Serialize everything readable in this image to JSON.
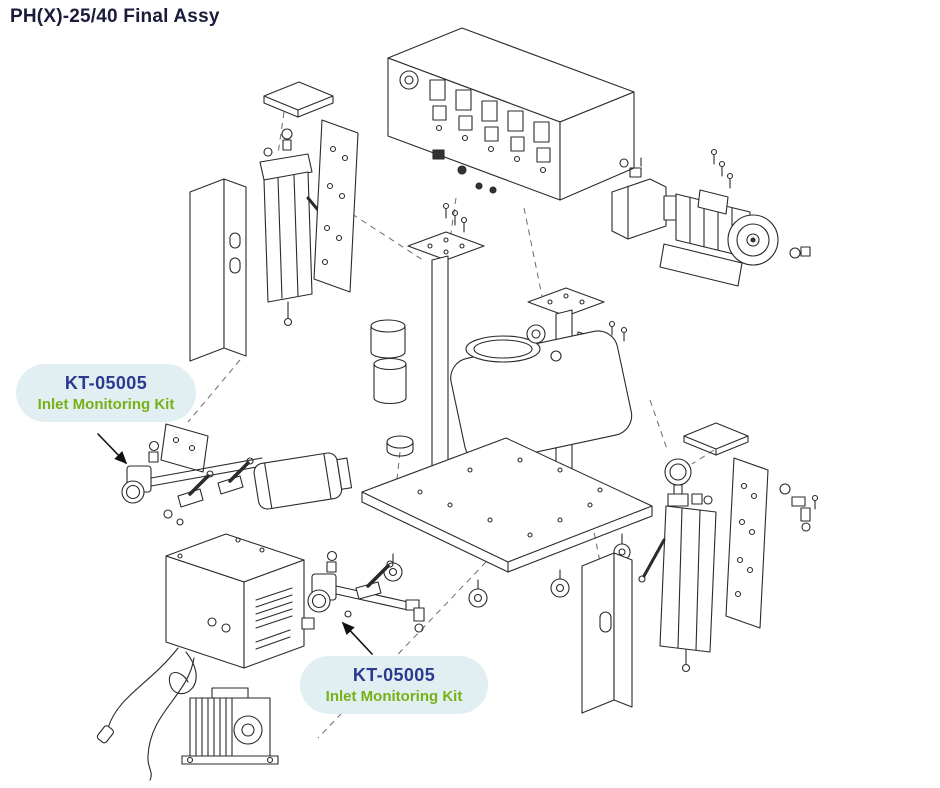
{
  "page": {
    "title": "PH(X)-25/40 Final Assy"
  },
  "colors": {
    "title_text": "#1b1b3a",
    "part_number_text": "#2b3990",
    "kit_label_text": "#76b117",
    "callout_bubble": "#e0eef1",
    "line_art": "#2a2a2a",
    "background": "#ffffff"
  },
  "callouts": [
    {
      "part_number": "KT-05005",
      "label": "Inlet Monitoring Kit"
    },
    {
      "part_number": "KT-05005",
      "label": "Inlet Monitoring Kit"
    }
  ],
  "diagram": {
    "type": "exploded-assembly-drawing",
    "parts": [
      "control-panel",
      "cover-plate-left",
      "left-filter-assembly",
      "mounting-bracket-left",
      "l-channel-left",
      "motor-pump-assembly",
      "frame-cart",
      "tank",
      "canister-cups",
      "base-platform",
      "caster-wheels",
      "channel-bracket-right",
      "right-filter-assembly",
      "cover-plate-right",
      "inlet-monitoring-kit-1",
      "inlet-monitoring-kit-2",
      "electrical-box",
      "transformer"
    ]
  }
}
